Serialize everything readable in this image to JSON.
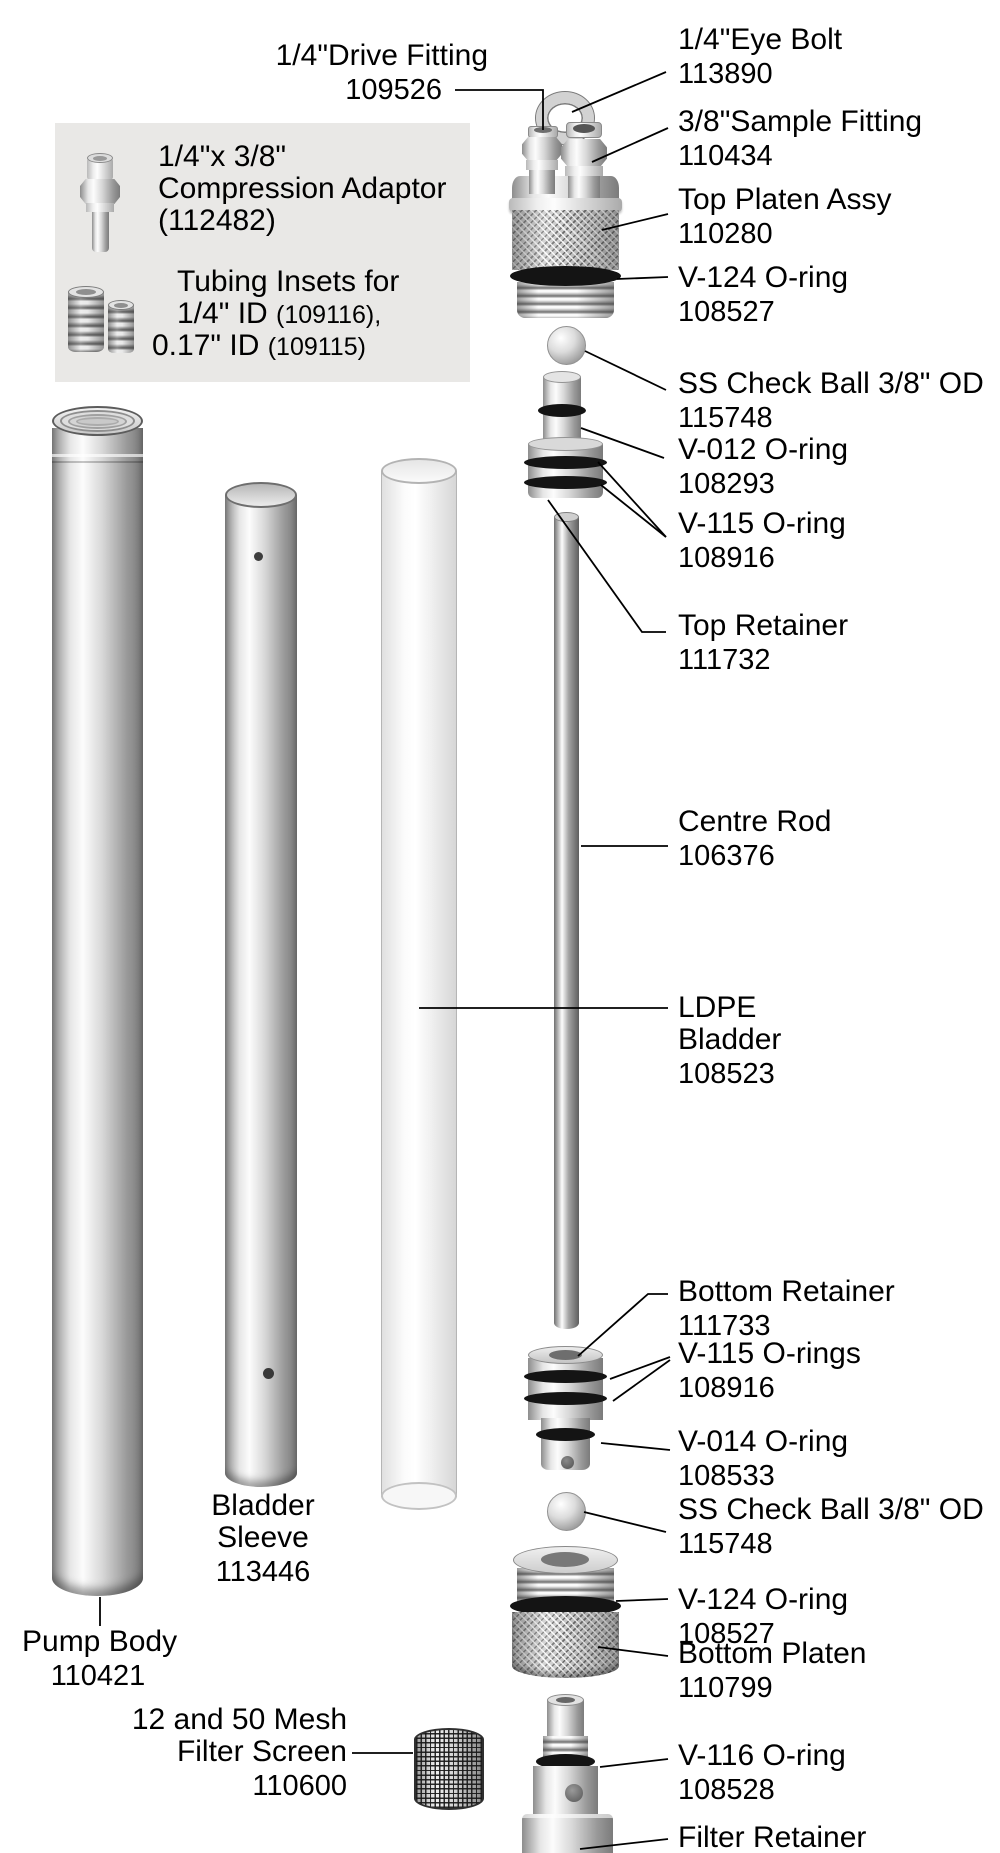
{
  "diagram": {
    "type": "exploded-parts-diagram",
    "subject": "bladder pump assembly",
    "text_color": "#000000",
    "background_color": "#ffffff",
    "inset_background": "#e9e8e6",
    "oring_color": "#141414"
  },
  "inset": {
    "adaptor_line1": "1/4\"x 3/8\"",
    "adaptor_line2": "Compression Adaptor",
    "adaptor_number": "(112482)",
    "tubing_line1": "Tubing Insets for",
    "tubing_line2_big": "1/4\" ID ",
    "tubing_line2_small": "(109116),",
    "tubing_line3_big": "0.17\" ID ",
    "tubing_line3_small": "(109115)",
    "icons": [
      "compression-adaptor-icon",
      "tubing-insert-large-icon",
      "tubing-insert-small-icon"
    ]
  },
  "parts": [
    {
      "id": "drive-fitting",
      "name": "1/4\"Drive Fitting",
      "number": "109526"
    },
    {
      "id": "eye-bolt",
      "name": "1/4\"Eye Bolt",
      "number": "113890"
    },
    {
      "id": "sample-fitting",
      "name": "3/8\"Sample Fitting",
      "number": "110434"
    },
    {
      "id": "top-platen",
      "name": "Top Platen Assy",
      "number": "110280"
    },
    {
      "id": "v124-top",
      "name": "V-124 O-ring",
      "number": "108527"
    },
    {
      "id": "ss-check-ball-top",
      "name": "SS Check Ball 3/8\" OD",
      "number": "115748"
    },
    {
      "id": "v012",
      "name": "V-012 O-ring",
      "number": "108293"
    },
    {
      "id": "v115-top",
      "name": "V-115 O-ring",
      "number": "108916"
    },
    {
      "id": "top-retainer",
      "name": "Top Retainer",
      "number": "111732"
    },
    {
      "id": "centre-rod",
      "name": "Centre Rod",
      "number": "106376"
    },
    {
      "id": "ldpe-bladder",
      "name": "LDPE\nBladder",
      "number": "108523"
    },
    {
      "id": "bottom-retainer",
      "name": "Bottom Retainer",
      "number": "111733"
    },
    {
      "id": "v115-bottom",
      "name": "V-115 O-rings",
      "number": "108916"
    },
    {
      "id": "v014",
      "name": "V-014 O-ring",
      "number": "108533"
    },
    {
      "id": "ss-check-ball-bottom",
      "name": "SS Check Ball 3/8\" OD",
      "number": "115748"
    },
    {
      "id": "v124-bottom",
      "name": "V-124 O-ring",
      "number": "108527"
    },
    {
      "id": "bottom-platen",
      "name": "Bottom Platen",
      "number": "110799"
    },
    {
      "id": "v116",
      "name": "V-116 O-ring",
      "number": "108528"
    },
    {
      "id": "filter-retainer",
      "name": "Filter Retainer",
      "number": ""
    },
    {
      "id": "pump-body",
      "name": "Pump Body",
      "number": "110421"
    },
    {
      "id": "bladder-sleeve",
      "name": "Bladder\nSleeve",
      "number": "113446"
    },
    {
      "id": "filter-screen",
      "name": "12 and 50 Mesh\nFilter Screen",
      "number": "110600"
    }
  ]
}
